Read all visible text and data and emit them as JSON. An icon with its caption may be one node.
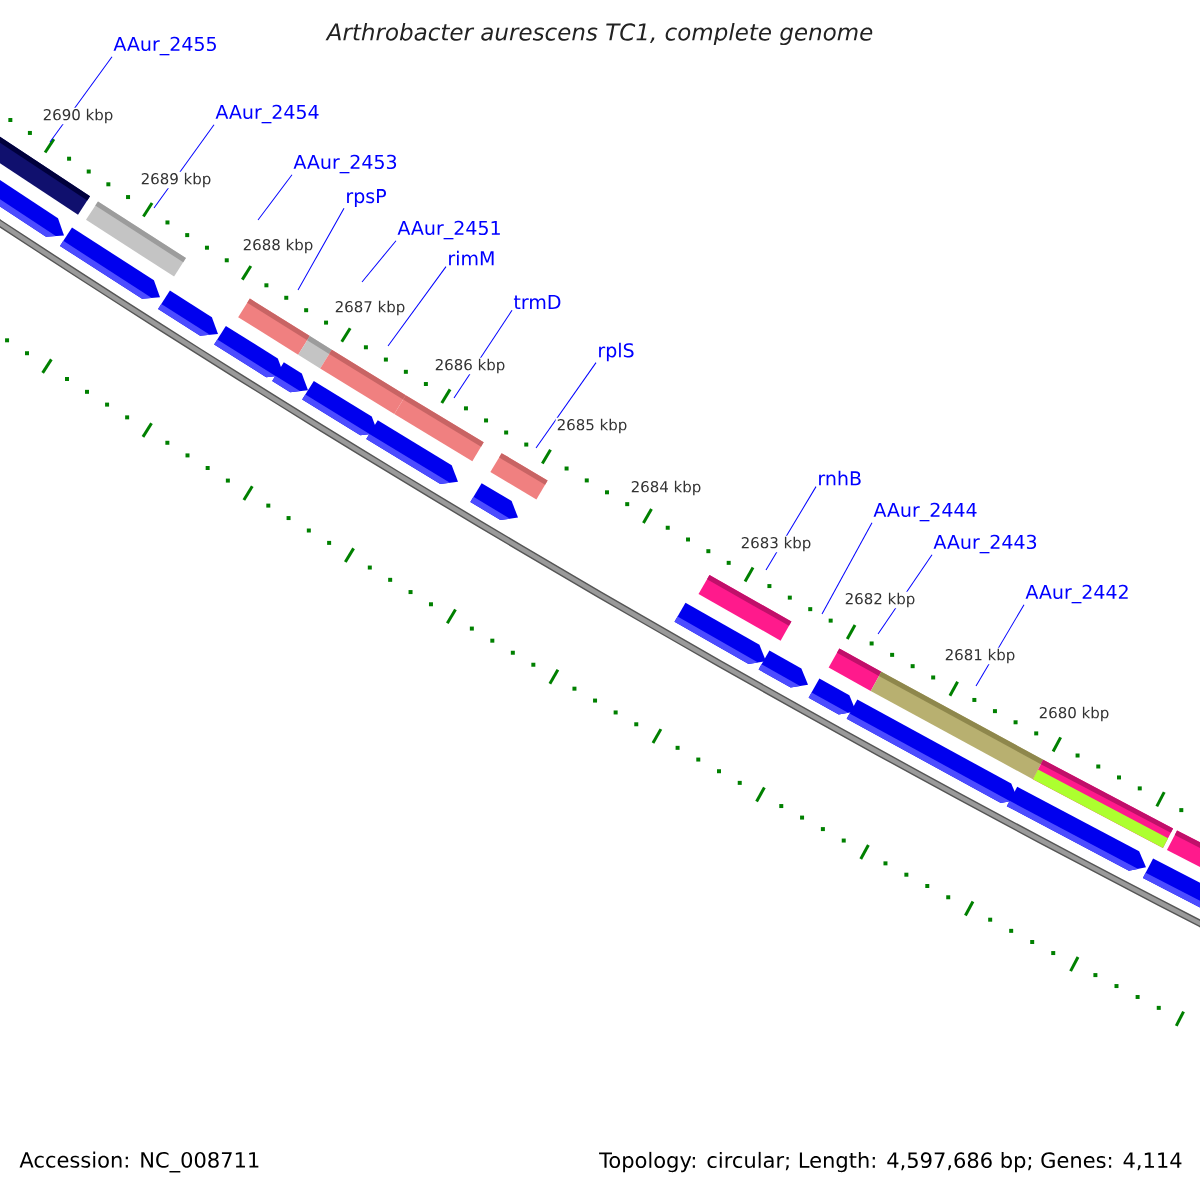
{
  "diagram": {
    "title": "Arthrobacter aurescens TC1, complete genome",
    "nodes": [
      {
        "text": [
          "AAur_2455"
        ]
      },
      {
        "text": [
          "AAur_2454"
        ]
      },
      {
        "text": [
          "AAur_2453"
        ]
      },
      {
        "text": [
          "rpsP"
        ]
      },
      {
        "text": [
          "AAur_2451"
        ]
      },
      {
        "text": [
          "rimM"
        ]
      },
      {
        "text": [
          "trmD"
        ]
      },
      {
        "text": [
          "rplS"
        ]
      },
      {
        "text": [
          "rnhB"
        ]
      },
      {
        "text": [
          "AAur_2444"
        ]
      },
      {
        "text": [
          "AAur_2443"
        ]
      },
      {
        "text": [
          "AAur_2442"
        ]
      }
    ],
    "edges": [
      {
        "from": 0,
        "to": null,
        "arrow": "none"
      },
      {
        "from": 1,
        "to": null,
        "arrow": "none"
      },
      {
        "from": 2,
        "to": null,
        "arrow": "none"
      },
      {
        "from": 3,
        "to": null,
        "arrow": "none"
      },
      {
        "from": 4,
        "to": null,
        "arrow": "none"
      },
      {
        "from": 5,
        "to": null,
        "arrow": "none"
      },
      {
        "from": 6,
        "to": null,
        "arrow": "none"
      },
      {
        "from": 7,
        "to": null,
        "arrow": "none"
      },
      {
        "from": 8,
        "to": null,
        "arrow": "none"
      },
      {
        "from": 9,
        "to": null,
        "arrow": "none"
      },
      {
        "from": 10,
        "to": null,
        "arrow": "none"
      },
      {
        "from": 11,
        "to": null,
        "arrow": "none"
      }
    ],
    "labels": [
      "2690 kbp",
      "2689 kbp",
      "2688 kbp",
      "2687 kbp",
      "2686 kbp",
      "2685 kbp",
      "2684 kbp",
      "2683 kbp",
      "2682 kbp",
      "2681 kbp",
      "2680 kbp",
      "Accession: NC_008711",
      "Topology: circular; Length: 4,597,686 bp; Genes: 4,114"
    ]
  }
}
